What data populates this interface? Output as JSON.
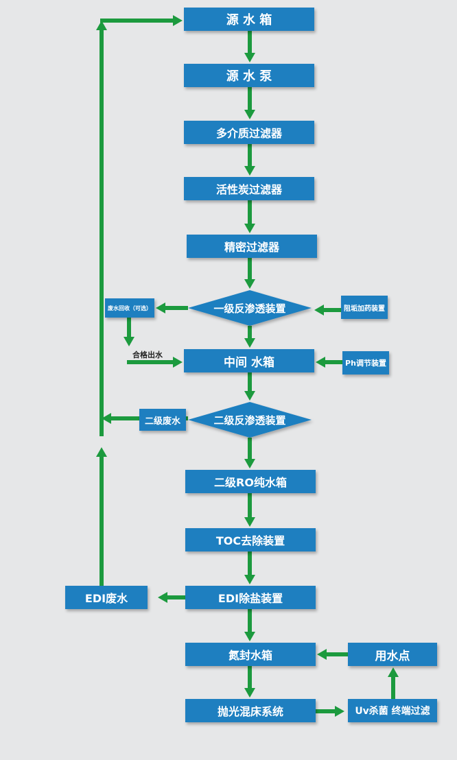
{
  "colors": {
    "background": "#e6e7e8",
    "box": "#1e7fc0",
    "arrow": "#1c9a3e",
    "text": "#ffffff"
  },
  "nodes": {
    "source_tank": "源 水 箱",
    "source_pump": "源 水 泵",
    "multimedia_filter": "多介质过滤器",
    "carbon_filter": "活性炭过滤器",
    "precision_filter": "精密过滤器",
    "primary_ro": "一级反渗透装置",
    "antiscalant": "阻垢加药装置",
    "wastewater_recovery": "废水回收（可选）",
    "intermediate_tank": "中间 水箱",
    "ph_adjust": "Ph调节装置",
    "secondary_ro": "二级反渗透装置",
    "secondary_waste": "二级废水",
    "secondary_ro_tank": "二级RO纯水箱",
    "toc_removal": "TOC去除装置",
    "edi_unit": "EDI除盐装置",
    "edi_waste": "EDI废水",
    "nitrogen_tank": "氮封水箱",
    "use_point": "用水点",
    "polishing_bed": "抛光混床系统",
    "uv_filter": "Uv杀菌 终端过滤"
  },
  "labels": {
    "qualified_water": "合格出水"
  }
}
